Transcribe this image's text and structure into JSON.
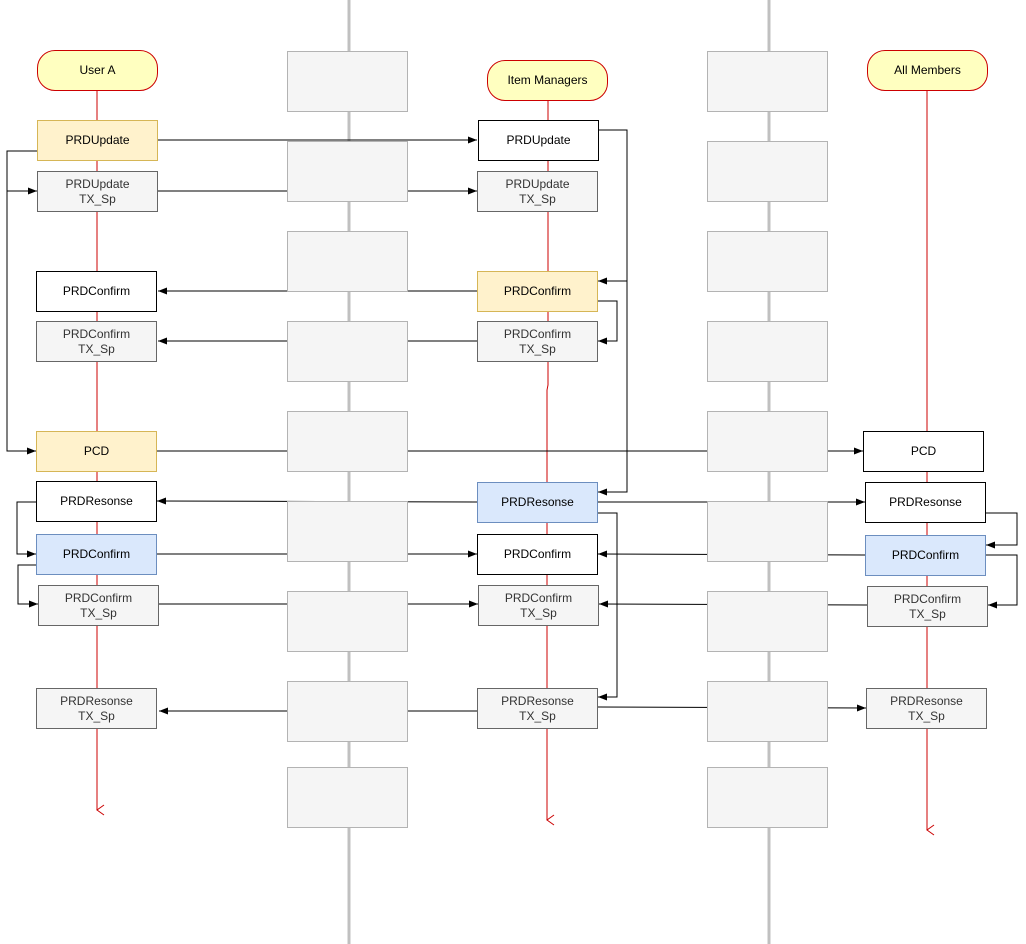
{
  "colors": {
    "lifeline": "#cc0000",
    "separator": "#c0c0c0",
    "message": "#000000",
    "actor_fill": "#ffffc0",
    "highlight_yellow": "#fff2cc",
    "highlight_blue": "#dae8fc",
    "secondary_gray": "#f5f5f5"
  },
  "actors": {
    "user_a": "User A",
    "item_managers": "Item Managers",
    "all_members": "All Members"
  },
  "messages": {
    "prd_update": "PRDUpdate",
    "prd_confirm": "PRDConfirm",
    "pcd": "PCD",
    "prd_resonse": "PRDResonse",
    "tx_suffix": "TX_Sp"
  }
}
